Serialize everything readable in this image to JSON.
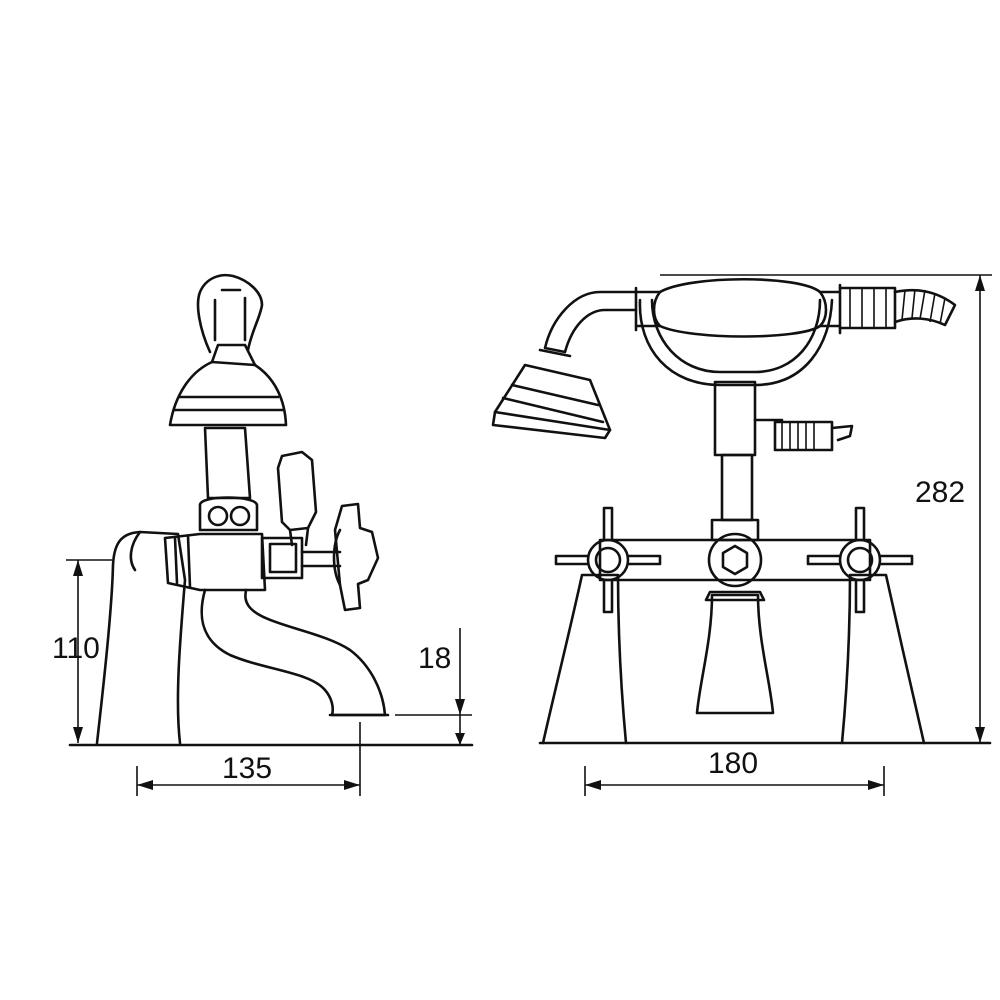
{
  "dimensions": {
    "side_height": "110",
    "side_depth": "135",
    "spout_clearance": "18",
    "front_centers": "180",
    "front_height": "282"
  }
}
